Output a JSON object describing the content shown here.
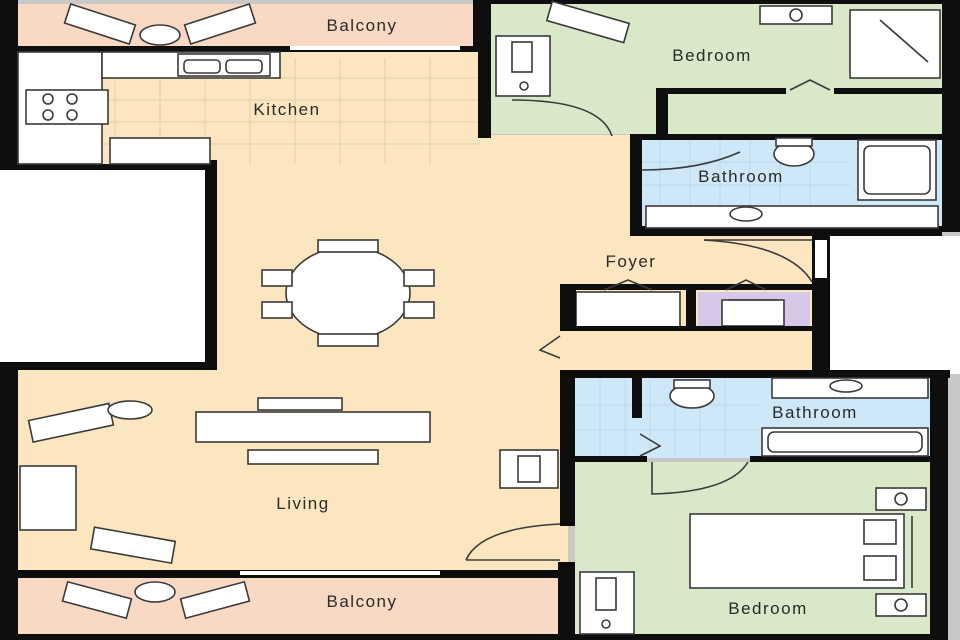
{
  "rooms": {
    "balcony_top": "Balcony",
    "kitchen": "Kitchen",
    "bedroom_top": "Bedroom",
    "bathroom_top": "Bathroom",
    "foyer": "Foyer",
    "bathroom_bottom": "Bathroom",
    "living": "Living",
    "bedroom_bottom": "Bedroom",
    "balcony_bottom": "Balcony"
  },
  "colors": {
    "floor": "#fbe6c0",
    "bedroom": "#d8e8c8",
    "bathroom": "#cfe8f8",
    "balcony": "#f9d8c4",
    "closet_accent": "#d6c6e8",
    "wall": "#0e0e0e"
  }
}
